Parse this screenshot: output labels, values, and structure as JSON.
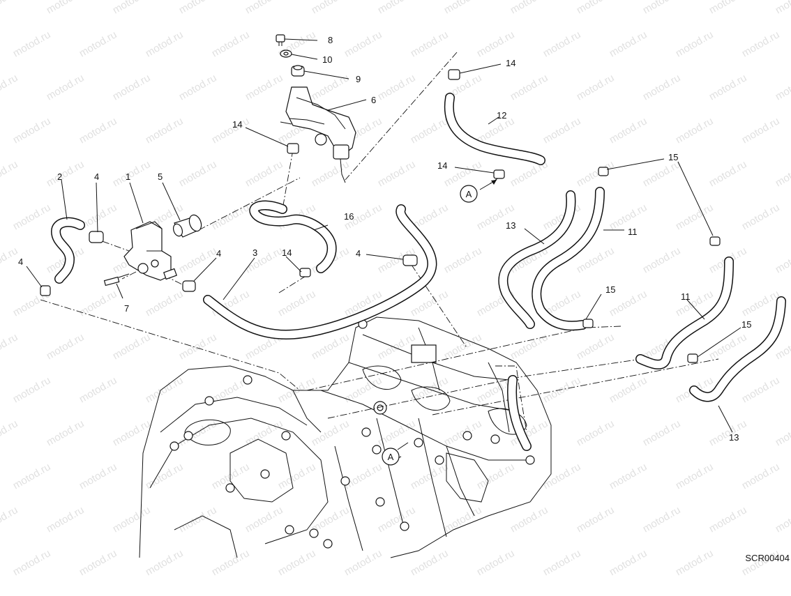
{
  "watermark": "motod.ru",
  "diagram_code": "SCR00404",
  "reference_letter": "A",
  "callouts": [
    {
      "id": "c8",
      "label": "8"
    },
    {
      "id": "c10",
      "label": "10"
    },
    {
      "id": "c9",
      "label": "9"
    },
    {
      "id": "c6",
      "label": "6"
    },
    {
      "id": "c14a",
      "label": "14"
    },
    {
      "id": "c14b",
      "label": "14"
    },
    {
      "id": "c14c",
      "label": "14"
    },
    {
      "id": "c14d",
      "label": "14"
    },
    {
      "id": "c12",
      "label": "12"
    },
    {
      "id": "c15a",
      "label": "15"
    },
    {
      "id": "c15b",
      "label": "15"
    },
    {
      "id": "c15c",
      "label": "15"
    },
    {
      "id": "c11a",
      "label": "11"
    },
    {
      "id": "c11b",
      "label": "11"
    },
    {
      "id": "c13a",
      "label": "13"
    },
    {
      "id": "c13b",
      "label": "13"
    },
    {
      "id": "c16",
      "label": "16"
    },
    {
      "id": "c2",
      "label": "2"
    },
    {
      "id": "c4a",
      "label": "4"
    },
    {
      "id": "c4b",
      "label": "4"
    },
    {
      "id": "c4c",
      "label": "4"
    },
    {
      "id": "c4d",
      "label": "4"
    },
    {
      "id": "c1",
      "label": "1"
    },
    {
      "id": "c5",
      "label": "5"
    },
    {
      "id": "c3",
      "label": "3"
    },
    {
      "id": "c7",
      "label": "7"
    }
  ]
}
